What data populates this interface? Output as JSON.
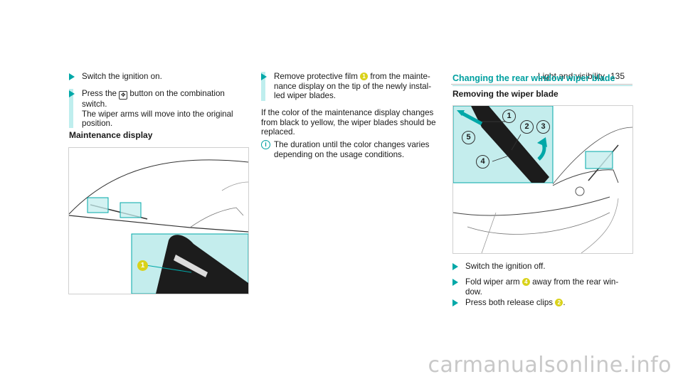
{
  "header": {
    "section": "Light and visibility",
    "page": "135"
  },
  "left": {
    "steps": [
      {
        "text": "Switch the ignition on."
      },
      {
        "text_a": "Press the ",
        "text_b": " button on the combination\nswitch.\nThe wiper arms will move into the original\nposition."
      }
    ],
    "heading": "Maintenance display",
    "figure": {
      "callout": "1"
    }
  },
  "middle": {
    "step": {
      "text_a": "Remove protective film ",
      "num": "1",
      "text_b": " from the mainte-\nnance display on the tip of the newly instal-\nled wiper blades."
    },
    "para": "If the color of the maintenance display changes\nfrom black to yellow, the wiper blades should be\nreplaced.",
    "note": "The duration until the color changes varies\ndepending on the usage conditions."
  },
  "right": {
    "section_title": "Changing the rear window wiper blade",
    "subheading": "Removing the wiper blade",
    "figure": {
      "callouts": [
        "1",
        "2",
        "3",
        "4",
        "5"
      ]
    },
    "steps": [
      {
        "text": "Switch the ignition off."
      },
      {
        "text_a": "Fold wiper arm ",
        "num": "4",
        "text_b": " away from the rear win-\ndow."
      },
      {
        "text_a": "Press both release clips ",
        "num": "2",
        "text_b": "."
      }
    ]
  },
  "colors": {
    "accent": "#00a8a8",
    "bar": "#bfeeee",
    "callout_bg": "#c4eded",
    "badge": "#d9d21a"
  },
  "icons": {
    "step_marker": "triangle-arrow-icon",
    "wiper_button": "wiper-button-icon",
    "note": "info-icon"
  },
  "watermark": "carmanualsonline.info"
}
